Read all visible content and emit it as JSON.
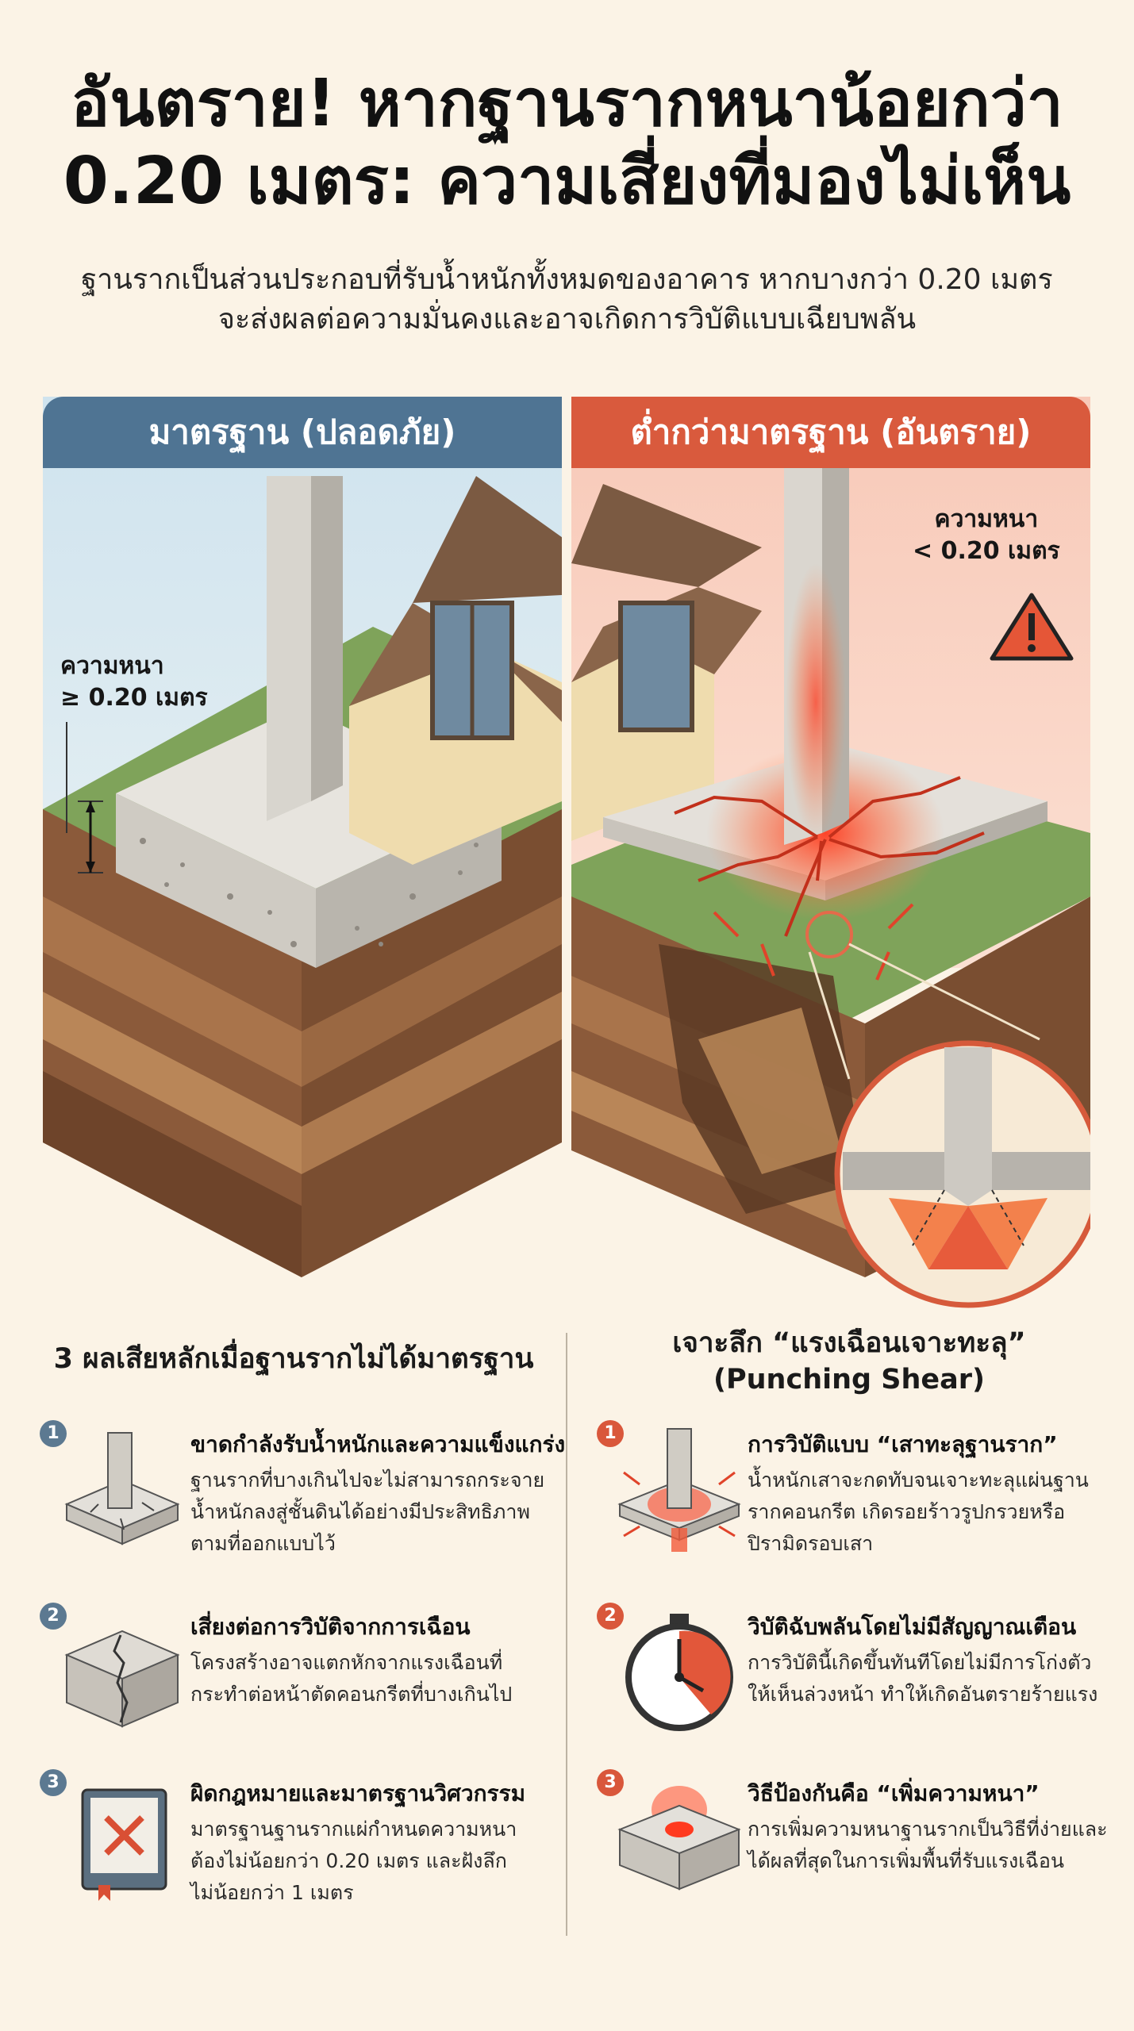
{
  "header": {
    "title_line1": "อันตราย! หากฐานรากหนาน้อยกว่า",
    "title_line2": "0.20 เมตร: ความเสี่ยงที่มองไม่เห็น",
    "subtitle_line1": "ฐานรากเป็นส่วนประกอบที่รับน้ำหนักทั้งหมดของอาคาร หากบางกว่า 0.20 เมตร",
    "subtitle_line2": "จะส่งผลต่อความมั่นคงและอาจเกิดการวิบัติแบบเฉียบพลัน"
  },
  "panels": {
    "left": {
      "label": "มาตรฐาน (ปลอดภัย)",
      "thickness_line1": "ความหนา",
      "thickness_line2": "≥ 0.20 เมตร",
      "color": "#4f7493"
    },
    "right": {
      "label": "ต่ำกว่ามาตรฐาน (อันตราย)",
      "thickness_line1": "ความหนา",
      "thickness_line2": "< 0.20 เมตร",
      "color": "#d95a3d"
    }
  },
  "left_column": {
    "title": "3 ผลเสียหลักเมื่อฐานรากไม่ได้มาตรฐาน",
    "items": [
      {
        "num": "1",
        "icon": "cracked-footing-icon",
        "title": "ขาดกำลังรับน้ำหนักและความแข็งแกร่ง",
        "desc": [
          "ฐานรากที่บางเกินไปจะไม่สามารถกระจาย",
          "น้ำหนักลงสู่ชั้นดินได้อย่างมีประสิทธิภาพ",
          "ตามที่ออกแบบไว้"
        ]
      },
      {
        "num": "2",
        "icon": "cracked-block-icon",
        "title": "เสี่ยงต่อการวิบัติจากการเฉือน",
        "desc": [
          "โครงสร้างอาจแตกหักจากแรงเฉือนที่",
          "กระทำต่อหน้าตัดคอนกรีตที่บางเกินไป"
        ]
      },
      {
        "num": "3",
        "icon": "rule-book-icon",
        "title": "ผิดกฎหมายและมาตรฐานวิศวกรรม",
        "desc": [
          "มาตรฐานฐานรากแผ่กำหนดความหนา",
          "ต้องไม่น้อยกว่า 0.20 เมตร และฝังลึก",
          "ไม่น้อยกว่า 1 เมตร"
        ]
      }
    ]
  },
  "right_column": {
    "title_line1": "เจาะลึก “แรงเฉือนเจาะทะลุ”",
    "title_line2": "(Punching Shear)",
    "items": [
      {
        "num": "1",
        "icon": "punching-column-icon",
        "title": "การวิบัติแบบ “เสาทะลุฐานราก”",
        "desc": [
          "น้ำหนักเสาจะกดทับจนเจาะทะลุแผ่นฐาน",
          "รากคอนกรีต เกิดรอยร้าวรูปกรวยหรือ",
          "ปิรามิดรอบเสา"
        ]
      },
      {
        "num": "2",
        "icon": "stopwatch-icon",
        "title": "วิบัติฉับพลันโดยไม่มีสัญญาณเตือน",
        "desc": [
          "การวิบัตินี้เกิดขึ้นทันทีโดยไม่มีการโก่งตัว",
          "ให้เห็นล่วงหน้า ทำให้เกิดอันตรายร้ายแรง"
        ]
      },
      {
        "num": "3",
        "icon": "thick-slab-icon",
        "title": "วิธีป้องกันคือ “เพิ่มความหนา”",
        "desc": [
          "การเพิ่มความหนาฐานรากเป็นวิธีที่ง่ายและ",
          "ได้ผลที่สุดในการเพิ่มพื้นที่รับแรงเฉือน"
        ]
      }
    ]
  }
}
